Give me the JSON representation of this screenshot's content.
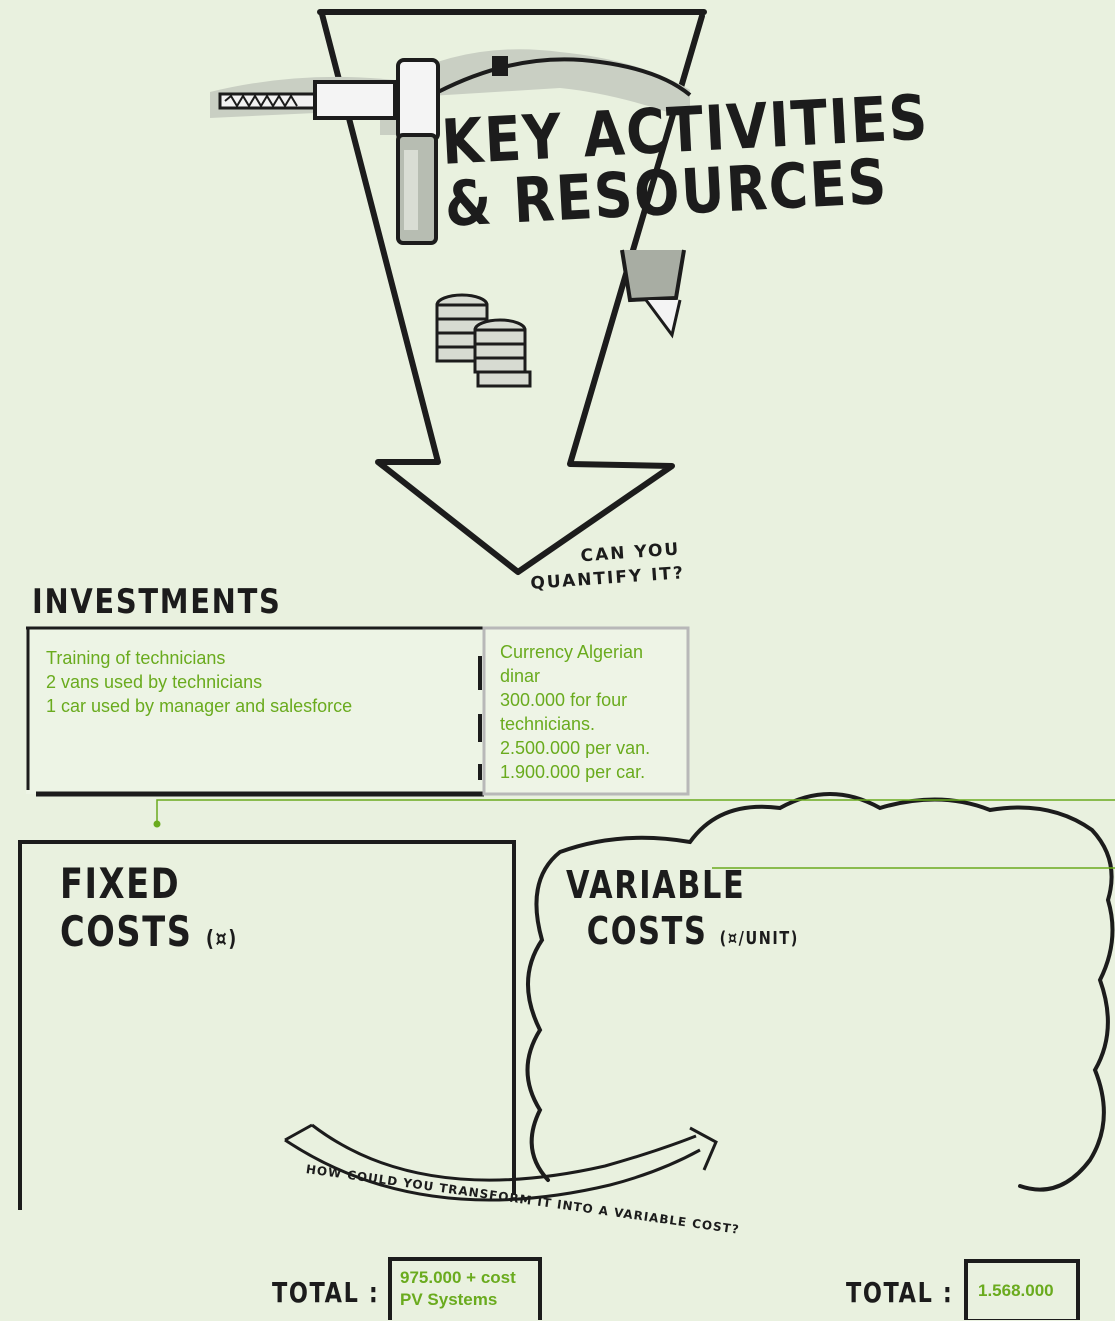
{
  "header": {
    "title_line1": "KEY ACTIVITIES",
    "title_line2": "& RESOURCES"
  },
  "prompts": {
    "quantify_line1": "CAN YOU",
    "quantify_line2": "QUANTIFY IT?",
    "transform": "HOW COULD YOU TRANSFORM IT INTO A VARIABLE COST?"
  },
  "investments": {
    "heading": "INVESTMENTS",
    "items": [
      "Training of technicians",
      "2 vans used by technicians",
      "1 car used by manager and salesforce"
    ],
    "values": [
      "Currency Algerian",
      "dinar",
      "300.000 for four",
      "technicians.",
      "2.500.000 per van.",
      "1.900.000 per car."
    ]
  },
  "fixed_costs": {
    "heading_line1": "FIXED",
    "heading_line2": "COSTS",
    "unit": "(¤)",
    "total_label": "TOTAL :",
    "total_line1": "975.000 + cost",
    "total_line2": "PV Systems"
  },
  "variable_costs": {
    "heading_line1": "VARIABLE",
    "heading_line2": "COSTS",
    "unit": "(¤/UNIT)",
    "total_label": "TOTAL :",
    "total_value": "1.568.000"
  },
  "colors": {
    "background": "#e9f1df",
    "ink": "#1c1c1c",
    "accent": "#6aab1e"
  }
}
